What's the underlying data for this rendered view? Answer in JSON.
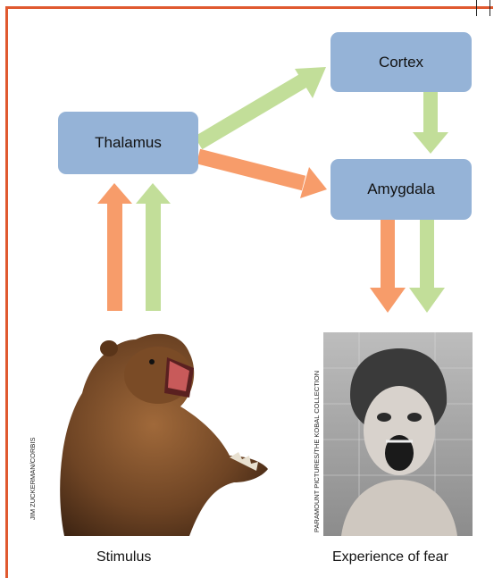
{
  "diagram": {
    "nodes": {
      "thalamus": "Thalamus",
      "cortex": "Cortex",
      "amygdala": "Amygdala"
    },
    "colors": {
      "node_fill": "#95b3d7",
      "orange_path": "#f79c6a",
      "green_path": "#c2de99",
      "frame": "#e0592f"
    }
  },
  "images": {
    "left": {
      "icon": "roaring-bear",
      "credit": "JIM ZUCKERMAN/CORBIS"
    },
    "right": {
      "icon": "screaming-woman-photo",
      "credit": "PARAMOUNT PICTURES/THE KOBAL COLLECTION"
    }
  },
  "captions": {
    "stimulus": "Stimulus",
    "fear": "Experience of fear"
  }
}
